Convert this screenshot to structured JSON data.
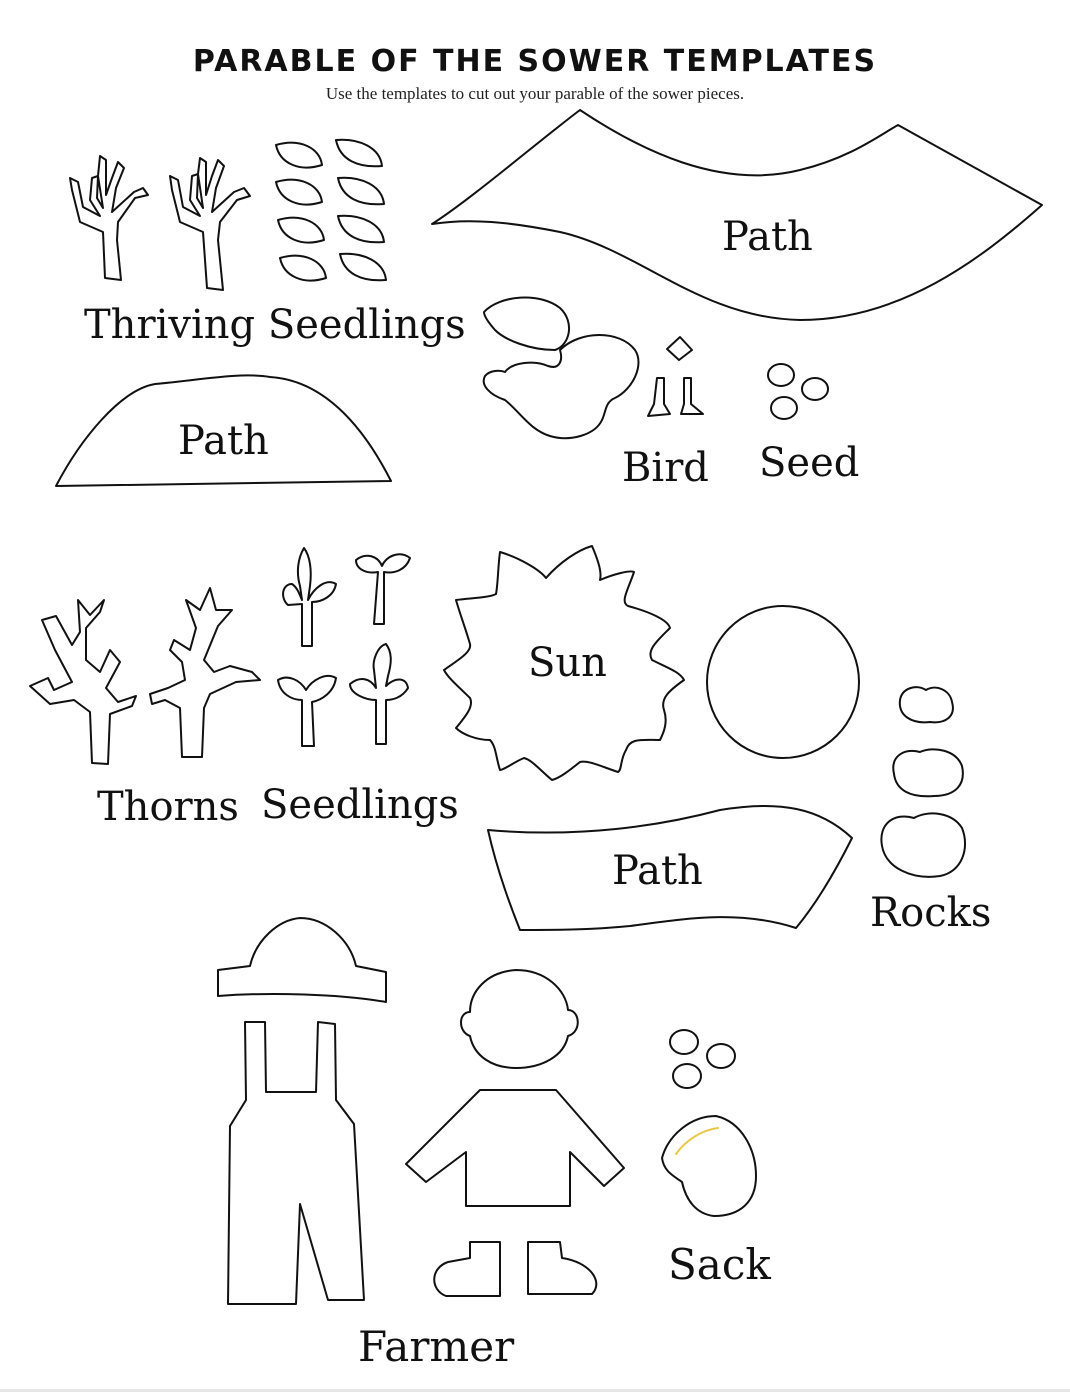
{
  "title": "PARABLE OF THE SOWER TEMPLATES",
  "subtitle": "Use the templates to cut out your parable of the sower pieces.",
  "labels": {
    "thriving_seedlings": "Thriving Seedlings",
    "path_large": "Path",
    "path_small": "Path",
    "bird": "Bird",
    "seed": "Seed",
    "thorns": "Thorns",
    "seedlings": "Seedlings",
    "sun": "Sun",
    "path_middle": "Path",
    "rocks": "Rocks",
    "farmer": "Farmer",
    "sack": "Sack"
  },
  "colors": {
    "outline": "#111111",
    "sack_highlight": "#e8c84a"
  }
}
